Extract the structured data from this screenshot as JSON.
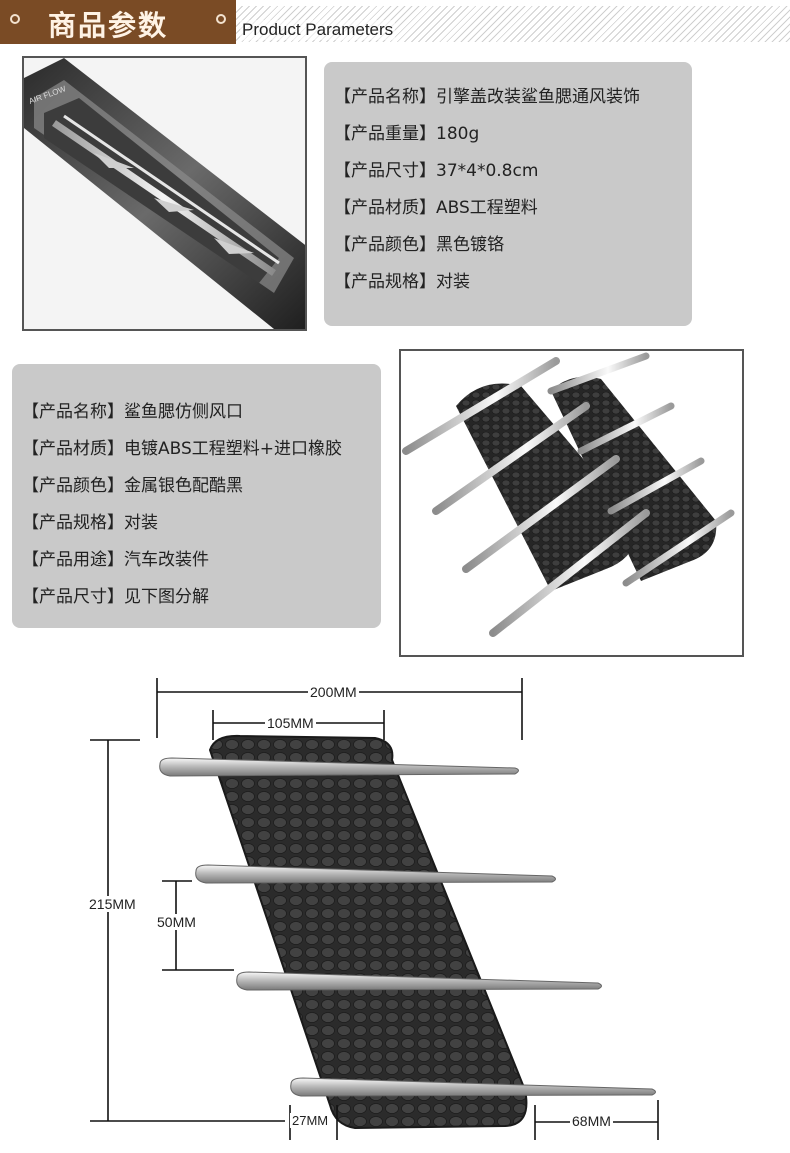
{
  "header": {
    "title_cn": "商品参数",
    "title_en": "Product Parameters"
  },
  "panel1": {
    "rows": [
      {
        "label": "【产品名称】",
        "value": "引擎盖改装鲨鱼腮通风装饰"
      },
      {
        "label": "【产品重量】",
        "value": "180g"
      },
      {
        "label": "【产品尺寸】",
        "value": "37*4*0.8cm"
      },
      {
        "label": "【产品材质】",
        "value": "ABS工程塑料"
      },
      {
        "label": "【产品颜色】",
        "value": "黑色镀铬"
      },
      {
        "label": "【产品规格】",
        "value": "对装"
      }
    ]
  },
  "panel2": {
    "rows": [
      {
        "label": "【产品名称】",
        "value": "鲨鱼腮仿侧风口"
      },
      {
        "label": "【产品材质】",
        "value": "电镀ABS工程塑料+进口橡胶"
      },
      {
        "label": "【产品颜色】",
        "value": "金属银色配酷黑"
      },
      {
        "label": "【产品规格】",
        "value": "对装"
      },
      {
        "label": "【产品用途】",
        "value": "汽车改装件"
      },
      {
        "label": "【产品尺寸】",
        "value": "见下图分解"
      }
    ]
  },
  "package_text": "AIR FLOW",
  "dimensions": {
    "total_width": "200MM",
    "inner_width": "105MM",
    "height": "215MM",
    "spacing": "50MM",
    "bottom_left": "27MM",
    "bottom_right": "68MM"
  },
  "colors": {
    "header_brown": "#7a4b25",
    "panel_gray": "#c9c9c9",
    "rubber_black": "#2e2e2e",
    "chrome": "#d8d8d8"
  }
}
